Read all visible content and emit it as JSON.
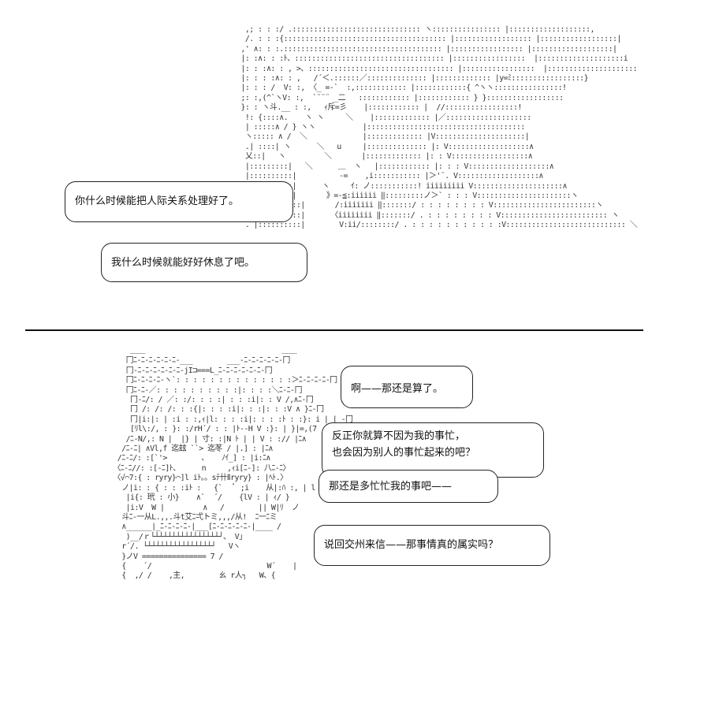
{
  "dialogue": {
    "panel1": {
      "line1": "你什么时候能把人际关系处理好了。",
      "line2": "我什么时候就能好好休息了吧。"
    },
    "panel2": {
      "line1": "啊——那还是算了。",
      "line2a": "反正你就算不因为我的事忙，",
      "line2b": "也会因为别人的事忙起来的吧？",
      "line3": "那还是多忙忙我的事吧——",
      "line4": "说回交州来信——那事情真的属实吗？"
    }
  },
  "art": {
    "top": "  ,; : : :/ .:::::::::::::::::::::::::::::: ヽ:::::::::::::::: |:::::::::::::::::::,\n  /. : : :{:::::::::::::::::::::::::::::::::::::: |:::::::::::::::::: |::::::::::::::::::|\n ,' ∧: : :.::::::::::::::::::::::::::::::::::::: |::::::::::::::::: |:::::::::::::::::::|\n |: :∧: : :ﾄ、::::::::::::::::::::::::::::::::::: |:::::::::::::::::  |::::::::::::::::::::i\n |: : :∧: : , >、:::::::::::::::::::::::::::::::::: |:::::::::::::::::  |:::::::::::::::::::::\n |: : : :∧: : ,   /´＜.::::::／:::::::::::::: |::::::::::::: |y=ﾐ:::::::::::::::::}\n |: : : /  V: :, 〈_ =-`  :,:::::::::::: |::::::::::::{ ^ヽヽ::::::::::::::::!\n ;: :,(^`ヽV: :,  `¨¨¨ _二   :::::::::::: |:::::::::::: } }::::::::::::::::::\n }: : ヽ斗.__ : :,   ｨ斥=彡    |:::::::::::: |  //:::::::::::::::::!\n  !: {::::∧.    ヽ ヽ     ＼    |::::::::::::: |／::::::::::::::::::::\n  | :::::∧ / } ヽヽ           |:::::::::::::::::::::::::::::::::::::\n  ヽ::::: ∧ /  ＼             |::::::::::::: |V:::::::::::::::::::::|\n  .| ::::| ヽ      ＼   u     |:::::::::::::: |: V:::::::::::::::::::∧\n  乂::|   ヽ         ＼       |::::::::::::: |: : V::::::::::::::::::∧\n  |:::::::::|   ＼      ＿  ヽ   |:::::::::::: |: : : V:::::::::::::::::::∧\n  |::::::::::|          -=    ,i::::::::::: |＞'¨. V:::::::::::::::::::∧\n  |::::::::::|      ヽ     ｲ: ノ:::::::::::! iiiiiiiii V:::::::::::::::::::::∧\n  |::::::::::|       》=-≦:iiiiii ‖:::::::::ノ＞` : : : V::::::::::::::::::::::ヽ\n  . |::::::::::|       /:iiiiiii ‖:::::::/ : : : : : : : : V::::::::::::::::::::::::ヽ\n  . |::::::::::|      〈iiiiiiii ‖:::::::/ . : : : : : : : : V::::::::::::::::::::::::: ヽ\n  . |::::::::::|        V:ii/::::::::/ . : : : : : : : : : : :V:::::::::::::::::::::::::::: ＼",
    "bottom": "            ＿＿                                ＿＿\n           冂ﾆ-ﾆ-ﾆ-ﾆ-ﾆ-ﾆ-___        ___-ﾆ-ﾆ-ﾆ-ﾆ-ﾆ-冂\n           冂-ﾆ-ﾆ-ﾆ-ﾆ-ﾆ-ﾆ-jI⊐===L_ﾆ-ﾆ-ﾆ-ﾆ-ﾆ-ﾆ-冂\n           冂ﾆ-ﾆ-ﾆ-ﾆ-ヽ`: : : : : : : : : : : : : :＞ﾆ-ﾆ-ﾆ-ﾆ-冂\n           冂ﾆ-ﾆ-／: : : : : : : : : :|: : : :＼ﾆ-ﾆ-冂\n            冂-ﾆ/: / ／: :/: : : :| : : :i|: : V /,∧ﾆ-冂\n            冂 /: /: /: : :{|: : : :i|: : :|: : :V ∧ }ﾆ-冂\n            冂|i:|: | :i : :,ｨ|l: : : :i|: : : :ﾄ : :}: i | |_-冂\n            [ﾘl\\:/, : }: :/rH´/ : : |ﾄ--H V :}: | }|=,(7\n           /ﾆ-N/,: N |  |} | 寸: :|N ﾄ | | V : :// |ﾆ∧\n          /ﾆ-ﾆ| ∧Vl,f 迄玆 ``> 迄苳 / |.] : |ﾆ∧\n         /ﾆ-ﾆ/: :[`'>        、   ﾉｲ_] : |i:ﾆ∧\n        〈ﾆ-ﾆ//: :[-ﾆ]ﾄ、     n     ,ｨi[ﾆ-]: 八ﾆ-ﾆ〉\n        〈√⌒7:{ : ryry}⌒]l iﾄ。。sﾃ卄Ⅱryry} : |ﾍﾄ.〉\n          ノ|i: : { : : :iﾄ :   {`   ﾟ ;i    从|:ﾊ :, | l\n           |i{: 玳 : 小}    ∧`  ´/    {lV : | ｨ/ }\n           |i:V  W |         ∧   /        || W|ﾘ  ノ\n          斗ﾆ-一从L.,,.斗t艾ﾆ弌トミ,,,/从!  ﾆ一ﾆミ\n          ∧______|_ﾆ-ﾆ-ﾆ-ﾆ-|___[ﾆ-ﾆ-ﾆ-ﾆ-ﾆ-|____ /\n           )__/ｒ└┴┴┴┴┴┴┴┴┴┴┴┴┴┴┴┘、 V」\n          r´/. └┴┴┴┴┴┴┴┴┴┴┴┴┴┴┴┘   Vヽ\n          }ノV =============== 7 /\n          {    ´/                           W´    |\n          {  ,/ /    ,主,        ㄠ r人┐   W、{"
  }
}
